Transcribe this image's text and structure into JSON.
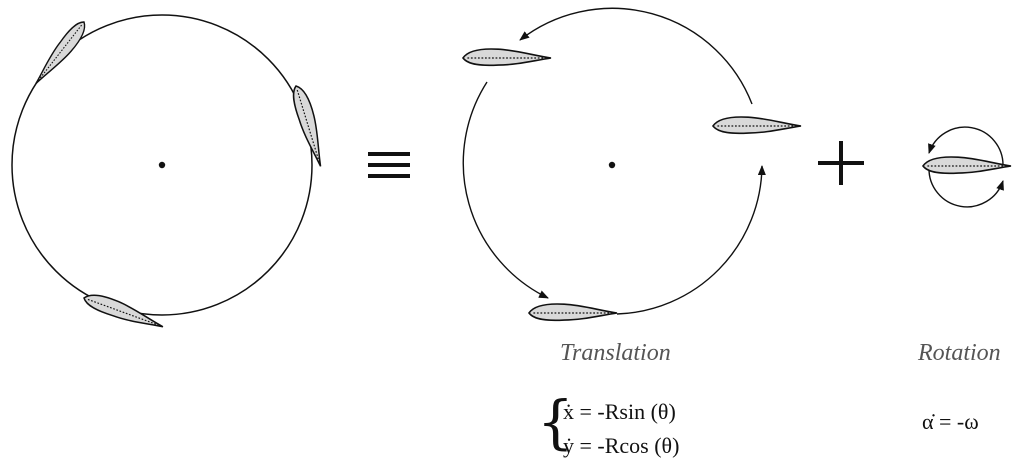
{
  "diagram": {
    "translation_caption": "Translation",
    "rotation_caption": "Rotation",
    "translation_equations": [
      "ẋ = -Rsin (θ)",
      "ẏ = -Rcos (θ)"
    ],
    "rotation_equation": "α̇ = -ω",
    "colors": {
      "ink": "#111111",
      "airfoil_fill": "#d9d9d9",
      "caption": "#555555"
    }
  }
}
